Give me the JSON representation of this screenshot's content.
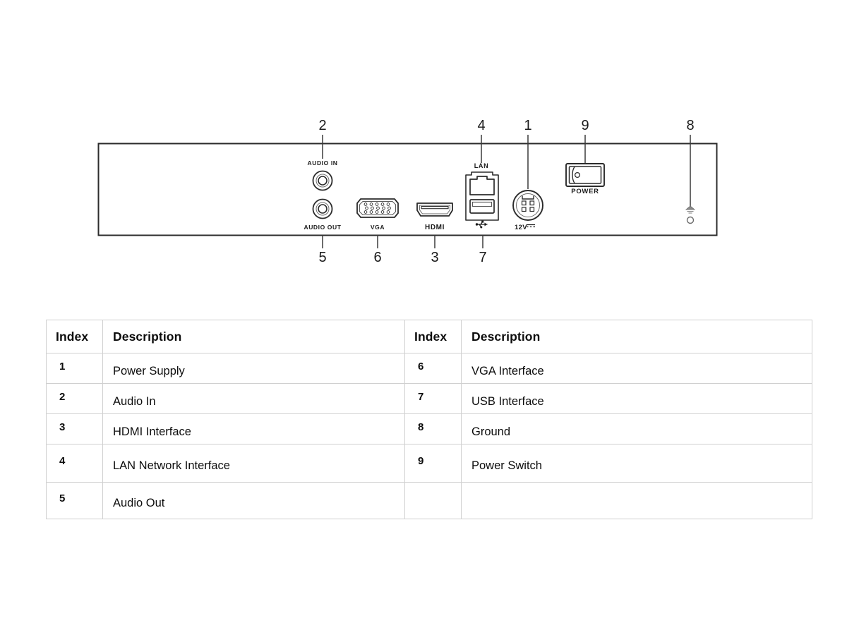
{
  "diagram": {
    "title": "NVR rear panel interface diagram",
    "chassis": {
      "stroke": "#2b2b2b",
      "fill": "#ffffff"
    },
    "callouts_top": [
      {
        "number": "2",
        "target": "audio-in"
      },
      {
        "number": "4",
        "target": "lan"
      },
      {
        "number": "1",
        "target": "power-supply"
      },
      {
        "number": "9",
        "target": "power-switch"
      },
      {
        "number": "8",
        "target": "ground"
      }
    ],
    "callouts_bottom": [
      {
        "number": "5",
        "target": "audio-out"
      },
      {
        "number": "6",
        "target": "vga"
      },
      {
        "number": "3",
        "target": "hdmi"
      },
      {
        "number": "7",
        "target": "usb"
      }
    ],
    "port_labels": {
      "audio_in": "AUDIO IN",
      "audio_out": "AUDIO OUT",
      "vga": "VGA",
      "hdmi": "HDMI",
      "lan": "LAN",
      "usb_symbol": "usb-trident-symbol",
      "power_input": "12V",
      "power_input_dc": "dc-symbol",
      "power_switch": "POWER",
      "ground_symbol": "chassis-ground-symbol"
    }
  },
  "table": {
    "headers": {
      "index": "Index",
      "description": "Description"
    },
    "rows": [
      {
        "left_index": "1",
        "left_desc": "Power Supply",
        "right_index": "6",
        "right_desc": "VGA Interface"
      },
      {
        "left_index": "2",
        "left_desc": "Audio In",
        "right_index": "7",
        "right_desc": "USB Interface"
      },
      {
        "left_index": "3",
        "left_desc": "HDMI Interface",
        "right_index": "8",
        "right_desc": "Ground"
      },
      {
        "left_index": "4",
        "left_desc": "LAN Network Interface",
        "right_index": "9",
        "right_desc": "Power Switch"
      },
      {
        "left_index": "5",
        "left_desc": "Audio Out",
        "right_index": "",
        "right_desc": ""
      }
    ]
  }
}
